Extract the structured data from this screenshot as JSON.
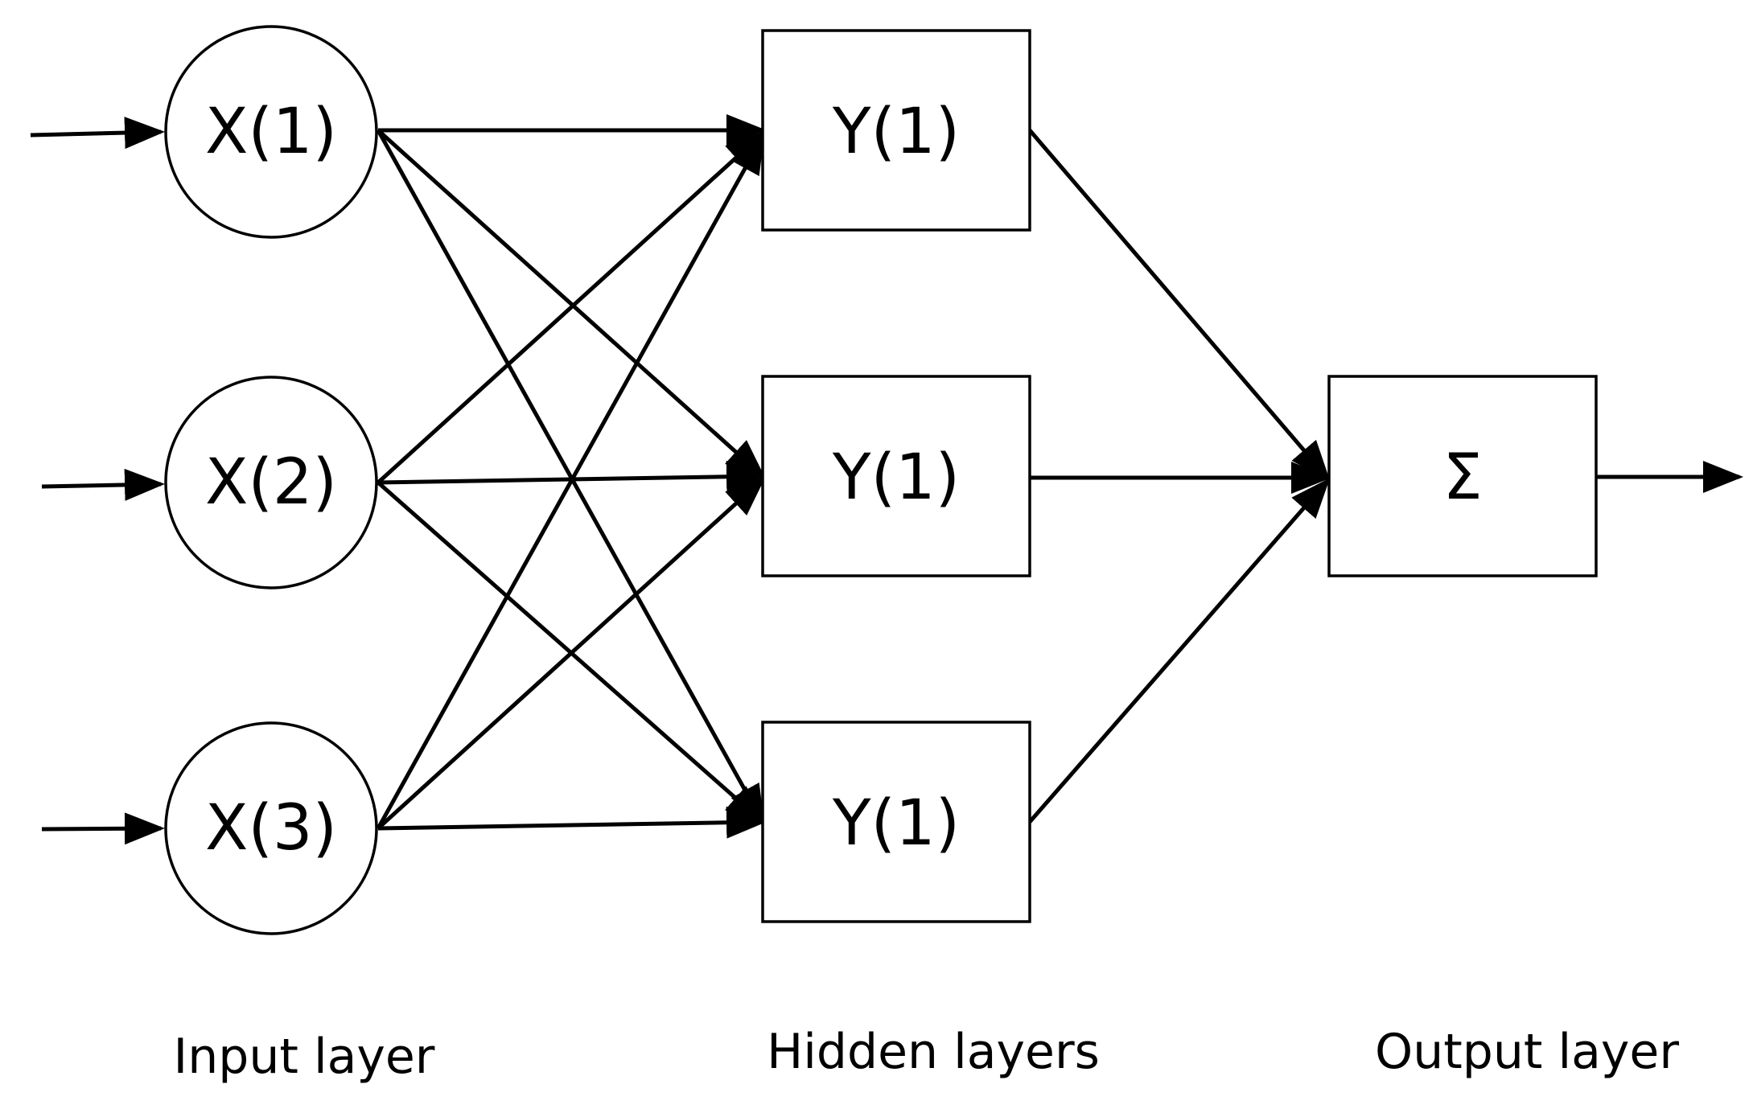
{
  "diagram": {
    "nodes": {
      "x1": "X(1)",
      "x2": "X(2)",
      "x3": "X(3)",
      "h1": "Y(1)",
      "h2": "Y(1)",
      "h3": "Y(1)",
      "out": "Σ"
    },
    "layers": {
      "input": "Input layer",
      "hidden": "Hidden layers",
      "output": "Output layer"
    },
    "line_color": "#000000"
  }
}
